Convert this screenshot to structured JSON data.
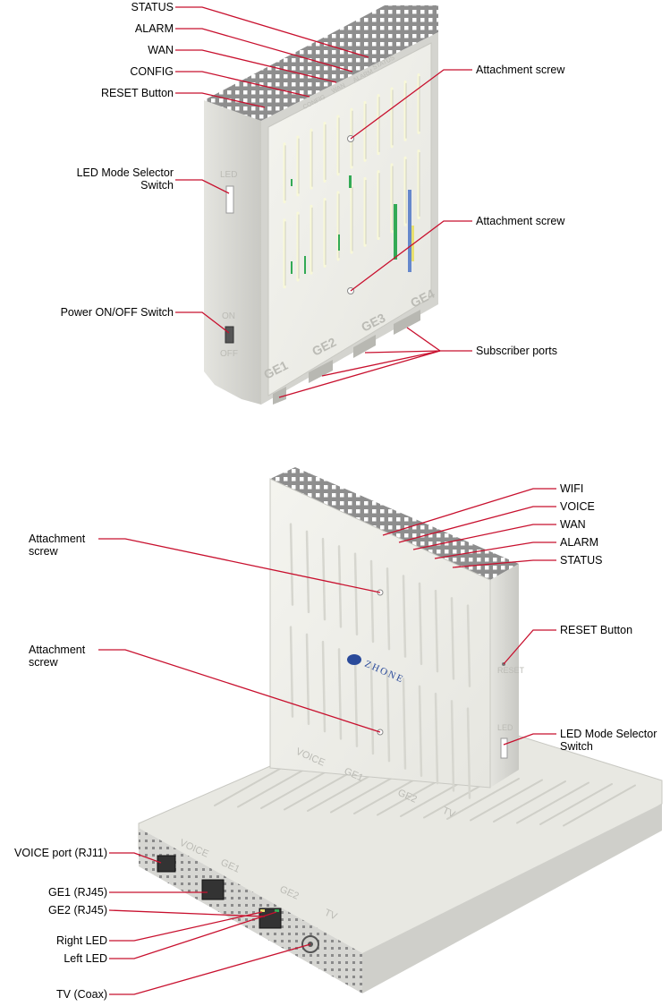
{
  "figure1": {
    "callouts_left": [
      "STATUS",
      "ALARM",
      "WAN",
      "CONFIG",
      "RESET Button",
      "LED Mode Selector Switch",
      "Power ON/OFF Switch"
    ],
    "callouts_right": [
      "Attachment screw",
      "Attachment screw",
      "Subscriber ports"
    ],
    "led_labels": [
      "STATUS",
      "ALARM",
      "WAN",
      "CONFIG"
    ],
    "port_labels": [
      "GE1",
      "GE2",
      "GE3",
      "GE4"
    ],
    "switch_labels": {
      "led": "LED",
      "on": "ON",
      "off": "OFF"
    }
  },
  "figure2": {
    "callouts_left": [
      "Attachment screw",
      "Attachment screw",
      "VOICE port (RJ11)",
      "GE1 (RJ45)",
      "GE2 (RJ45)",
      "Right LED",
      "Left LED",
      "TV (Coax)"
    ],
    "callouts_right": [
      "WIFI",
      "VOICE",
      "WAN",
      "ALARM",
      "STATUS",
      "RESET Button",
      "LED Mode Selector Switch"
    ],
    "logo_text": "ZHONE",
    "panel_labels": [
      "VOICE",
      "GE1",
      "GE2",
      "TV"
    ],
    "base_labels": [
      "VOICE",
      "GE1",
      "GE2",
      "TV"
    ],
    "side_labels": {
      "reset": "RESET",
      "led": "LED"
    }
  },
  "colors": {
    "leader_line": "#c8102e",
    "device_face": "#efefe9",
    "device_side": "#d9d9d4",
    "device_top": "#8c8c8c",
    "led_green": "#33aa55",
    "led_yellow": "#e8e070",
    "led_blue": "#6688cc"
  }
}
